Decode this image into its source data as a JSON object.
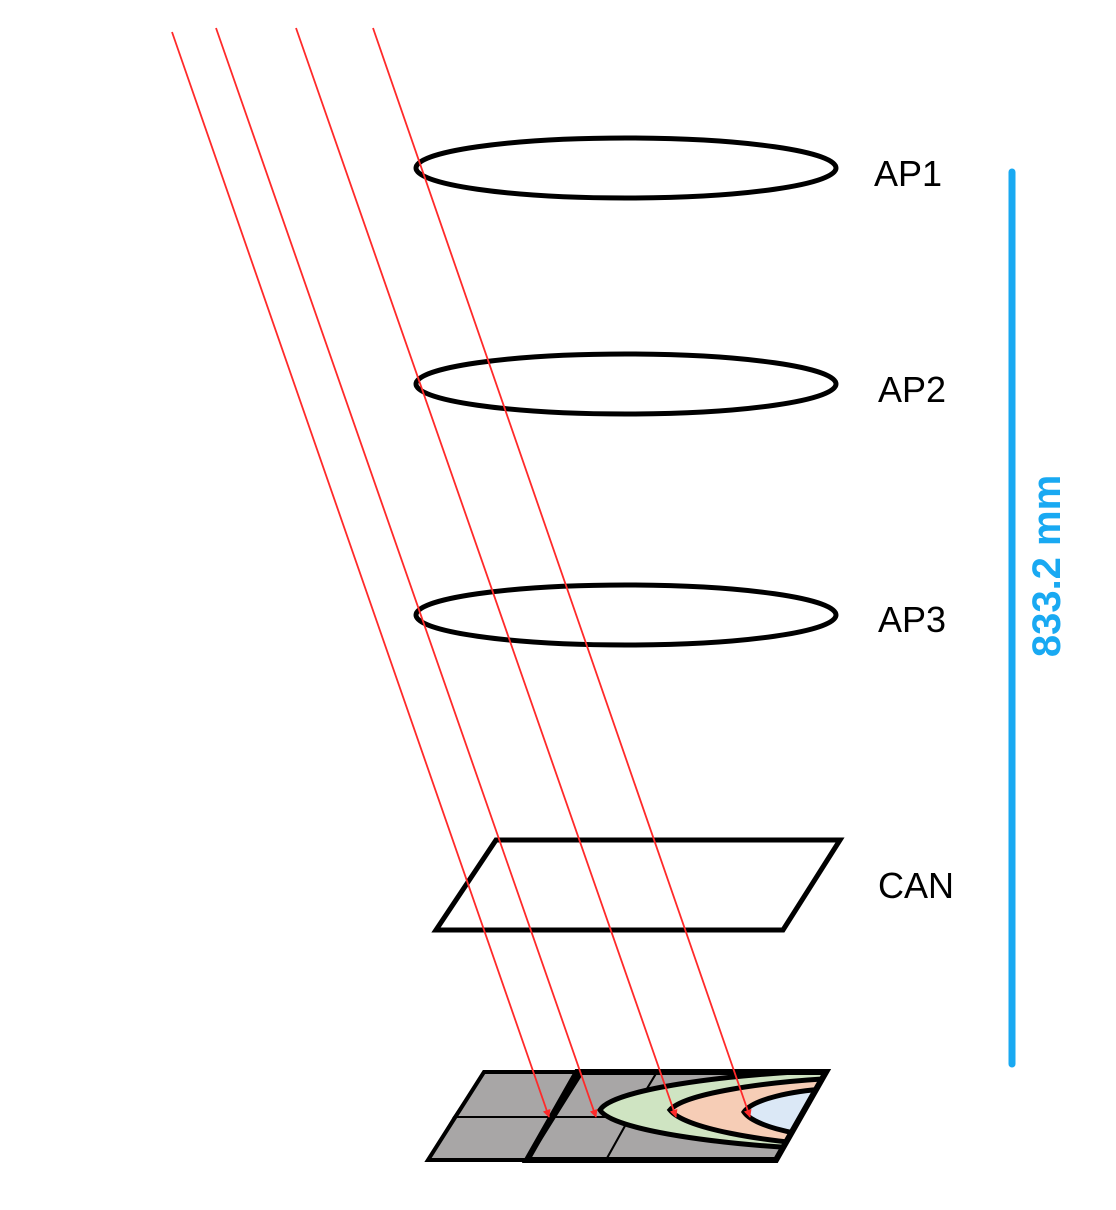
{
  "labels": {
    "ap1": "AP1",
    "ap2": "AP2",
    "ap3": "AP3",
    "can": "CAN"
  },
  "dimension": {
    "text": "833.2 mm"
  },
  "colors": {
    "ray": "#ff2a2a",
    "dimension": "#19a9f2",
    "outline": "#000000",
    "detector_cell": "#a8a6a6",
    "arc_green": "#cfe4c2",
    "arc_orange": "#f6cdb6",
    "arc_blue": "#dbe8f6"
  }
}
